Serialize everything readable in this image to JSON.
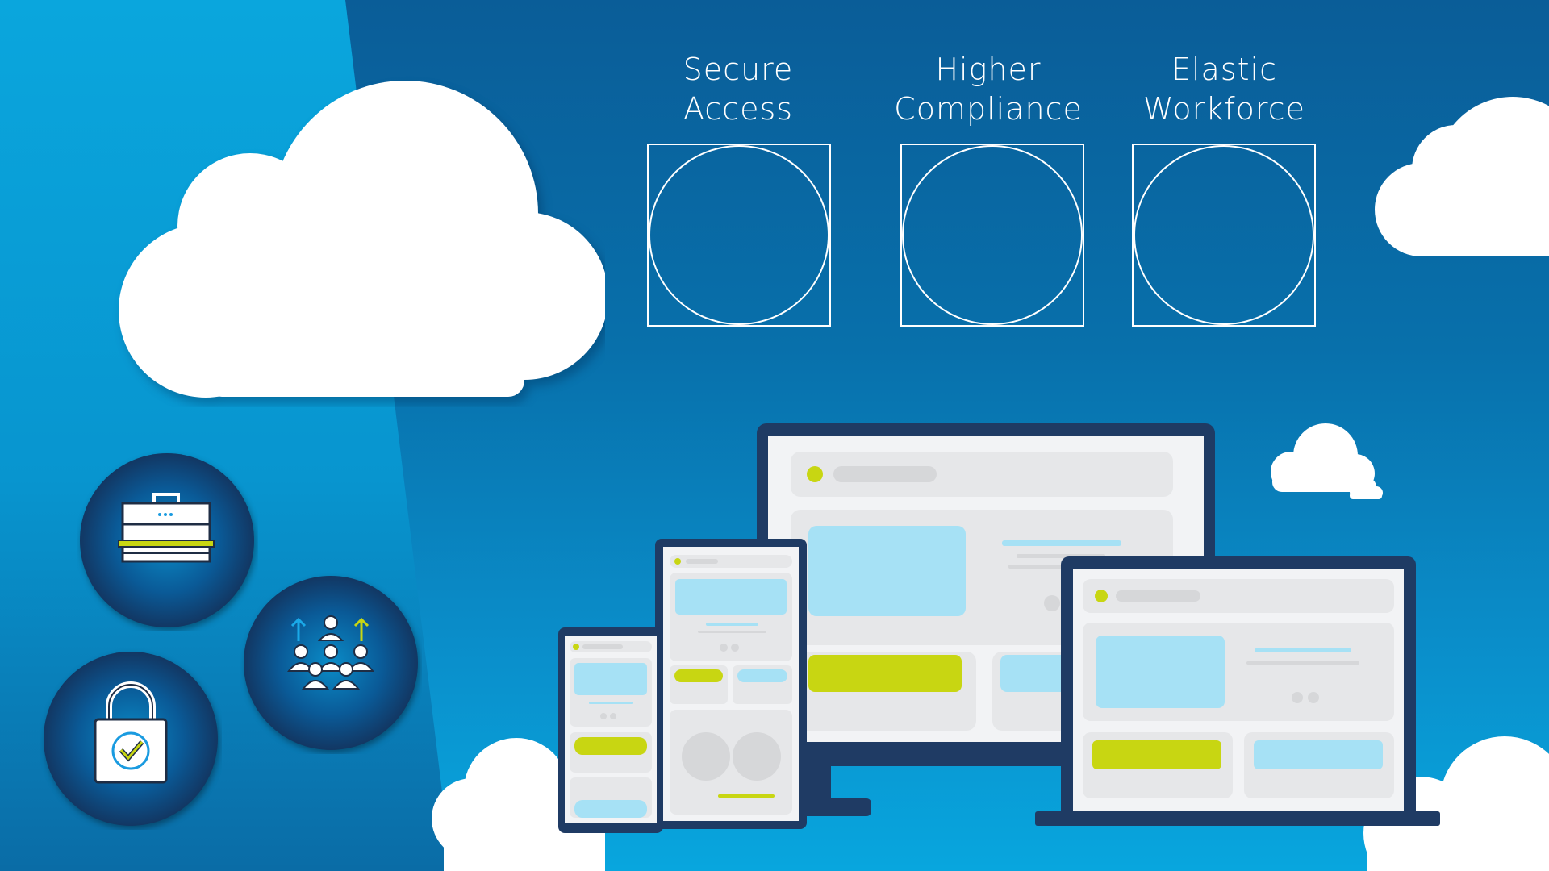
{
  "features": [
    {
      "line1": "Secure",
      "line2": "Access"
    },
    {
      "line1": "Higher",
      "line2": "Compliance"
    },
    {
      "line1": "Elastic",
      "line2": "Workforce"
    }
  ],
  "colors": {
    "background_dark": "#0a5d98",
    "background_light": "#08a6de",
    "left_panel": "#0aa3da",
    "cloud": "#ffffff",
    "device_frame": "#1f3b64",
    "screen": "#f2f3f5",
    "placeholder_blue": "#a6e1f5",
    "accent_lime": "#c8d612",
    "skeleton_gray": "#d8d9db"
  },
  "icons": [
    {
      "name": "briefcase-icon"
    },
    {
      "name": "team-growth-icon"
    },
    {
      "name": "padlock-check-icon"
    }
  ]
}
